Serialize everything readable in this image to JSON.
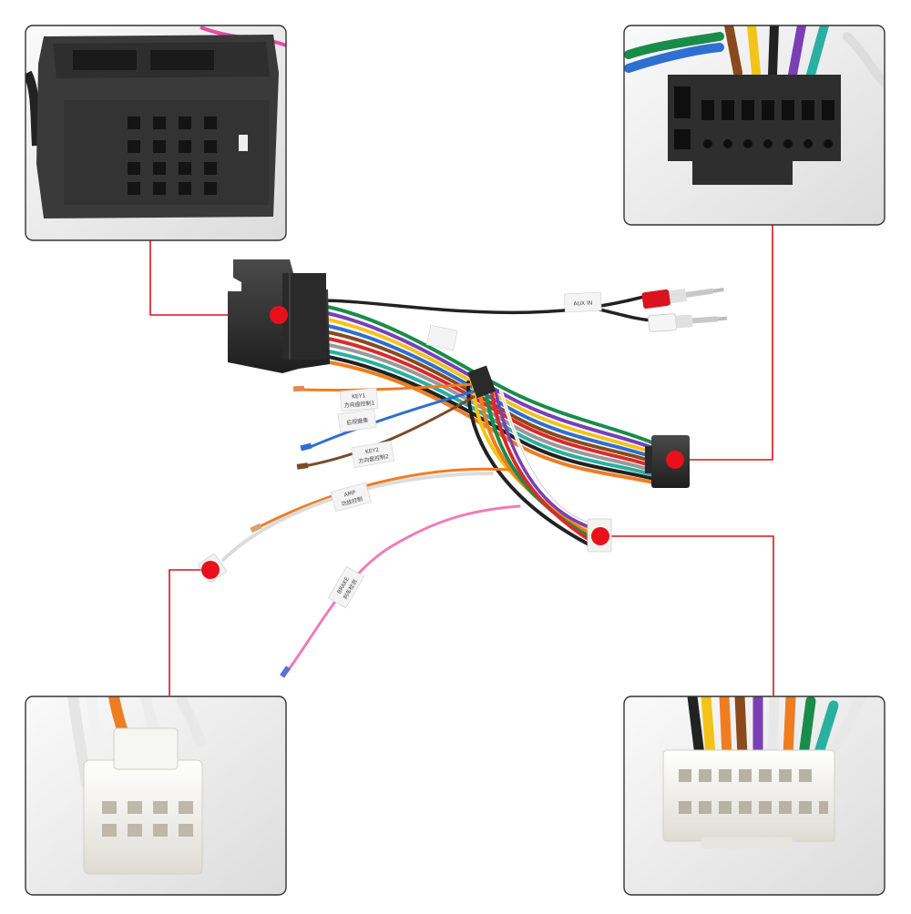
{
  "colors": {
    "background": "#ffffff",
    "callout_line": "#d9141e",
    "callout_dot": "#e8101a",
    "panel_border": "#333333",
    "connector_black": "#2b2b2b",
    "connector_white": "#f1f1ec"
  },
  "tags": {
    "aux": "AUX IN",
    "key1": "KEY1",
    "key1_cn": "方向盘控制1",
    "cam": "后视摄像",
    "key2": "KEY2",
    "key2_cn": "方向盘控制2",
    "amp": "AMP",
    "amp_cn": "功放控制",
    "brake": "BRAKE",
    "brake_cn": "刹车检测"
  }
}
